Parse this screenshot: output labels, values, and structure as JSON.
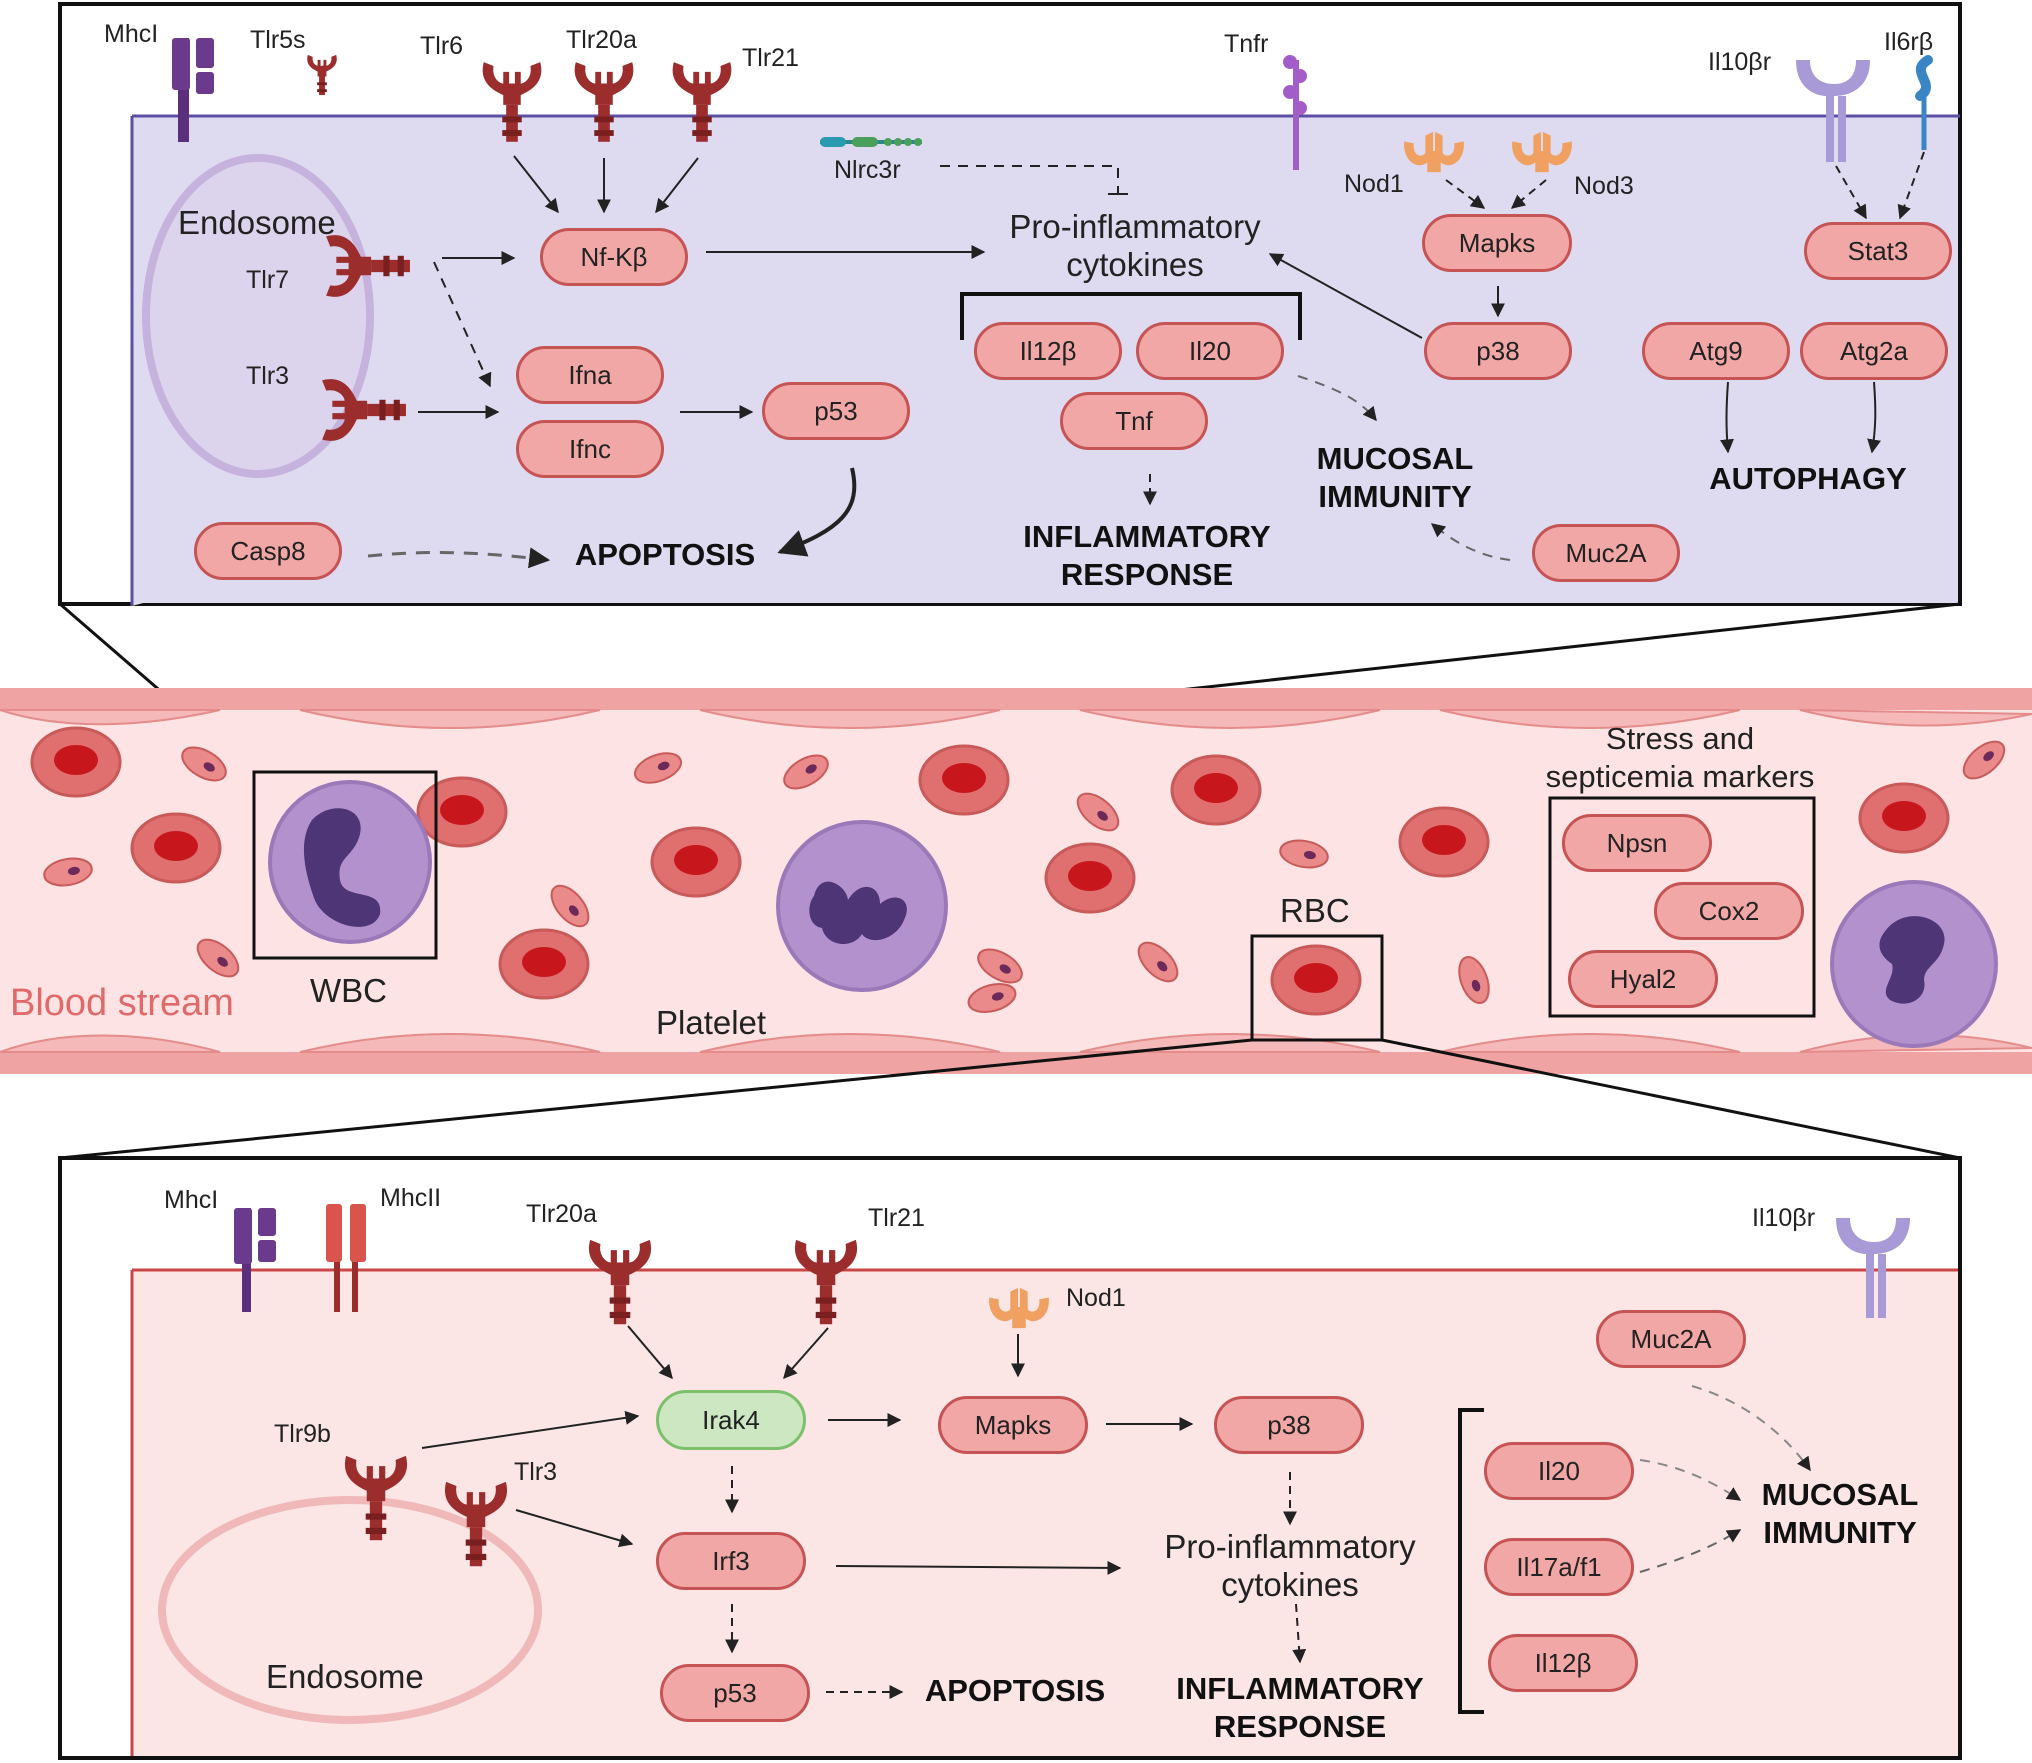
{
  "colors": {
    "wbc_cell_bg": "#dedaf0",
    "wbc_membrane": "#5b4fa3",
    "rbc_cell_bg": "#fbe5e5",
    "rbc_membrane": "#c94747",
    "pill_fill": "#f2a7a7",
    "pill_border": "#c65454",
    "irak4_fill": "#cde7c3",
    "receptor": "#9b2d2d",
    "vessel_fill": "#fde3e3",
    "vessel_wall": "#f0a3a3",
    "blood_stream_text": "#e06a6a"
  },
  "wbc_panel": {
    "receptors": {
      "mhci": "MhcI",
      "tlr5s": "Tlr5s",
      "tlr6": "Tlr6",
      "tlr20a": "Tlr20a",
      "tlr21": "Tlr21",
      "tnfr": "Tnfr",
      "il10br": "Il10βr",
      "il6rb": "Il6rβ",
      "tlr7": "Tlr7",
      "tlr3": "Tlr3",
      "nlrc3r": "Nlrc3r",
      "nod1": "Nod1",
      "nod3": "Nod3"
    },
    "endosome": "Endosome",
    "proinflammatory": "Pro-inflammatory cytokines",
    "nodes": {
      "nfkb": "Nf-Kβ",
      "ifna": "Ifna",
      "ifnc": "Ifnc",
      "p53": "p53",
      "casp8": "Casp8",
      "il12b": "Il12β",
      "il20": "Il20",
      "tnf": "Tnf",
      "mapks": "Mapks",
      "p38": "p38",
      "stat3": "Stat3",
      "atg9": "Atg9",
      "atg2a": "Atg2a",
      "muc2a": "Muc2A"
    },
    "outcomes": {
      "apoptosis": "APOPTOSIS",
      "inflammatory": "INFLAMMATORY RESPONSE",
      "mucosal": "MUCOSAL IMMUNITY",
      "autophagy": "AUTOPHAGY"
    }
  },
  "blood_stream": {
    "label": "Blood stream",
    "wbc": "WBC",
    "platelet": "Platelet",
    "rbc": "RBC",
    "stress_title": "Stress and septicemia markers",
    "markers": [
      "Npsn",
      "Cox2",
      "Hyal2"
    ]
  },
  "rbc_panel": {
    "receptors": {
      "mhci": "MhcI",
      "mhcii": "MhcII",
      "tlr20a": "Tlr20a",
      "tlr21": "Tlr21",
      "nod1": "Nod1",
      "il10br": "Il10βr",
      "tlr9b": "Tlr9b",
      "tlr3": "Tlr3"
    },
    "endosome": "Endosome",
    "proinflammatory": "Pro-inflammatory cytokines",
    "nodes": {
      "irak4": "Irak4",
      "mapks": "Mapks",
      "p38": "p38",
      "irf3": "Irf3",
      "p53": "p53",
      "muc2a": "Muc2A",
      "il20": "Il20",
      "il17": "Il17a/f1",
      "il12b": "Il12β"
    },
    "outcomes": {
      "apoptosis": "APOPTOSIS",
      "inflammatory": "INFLAMMATORY RESPONSE",
      "mucosal": "MUCOSAL IMMUNITY"
    }
  }
}
